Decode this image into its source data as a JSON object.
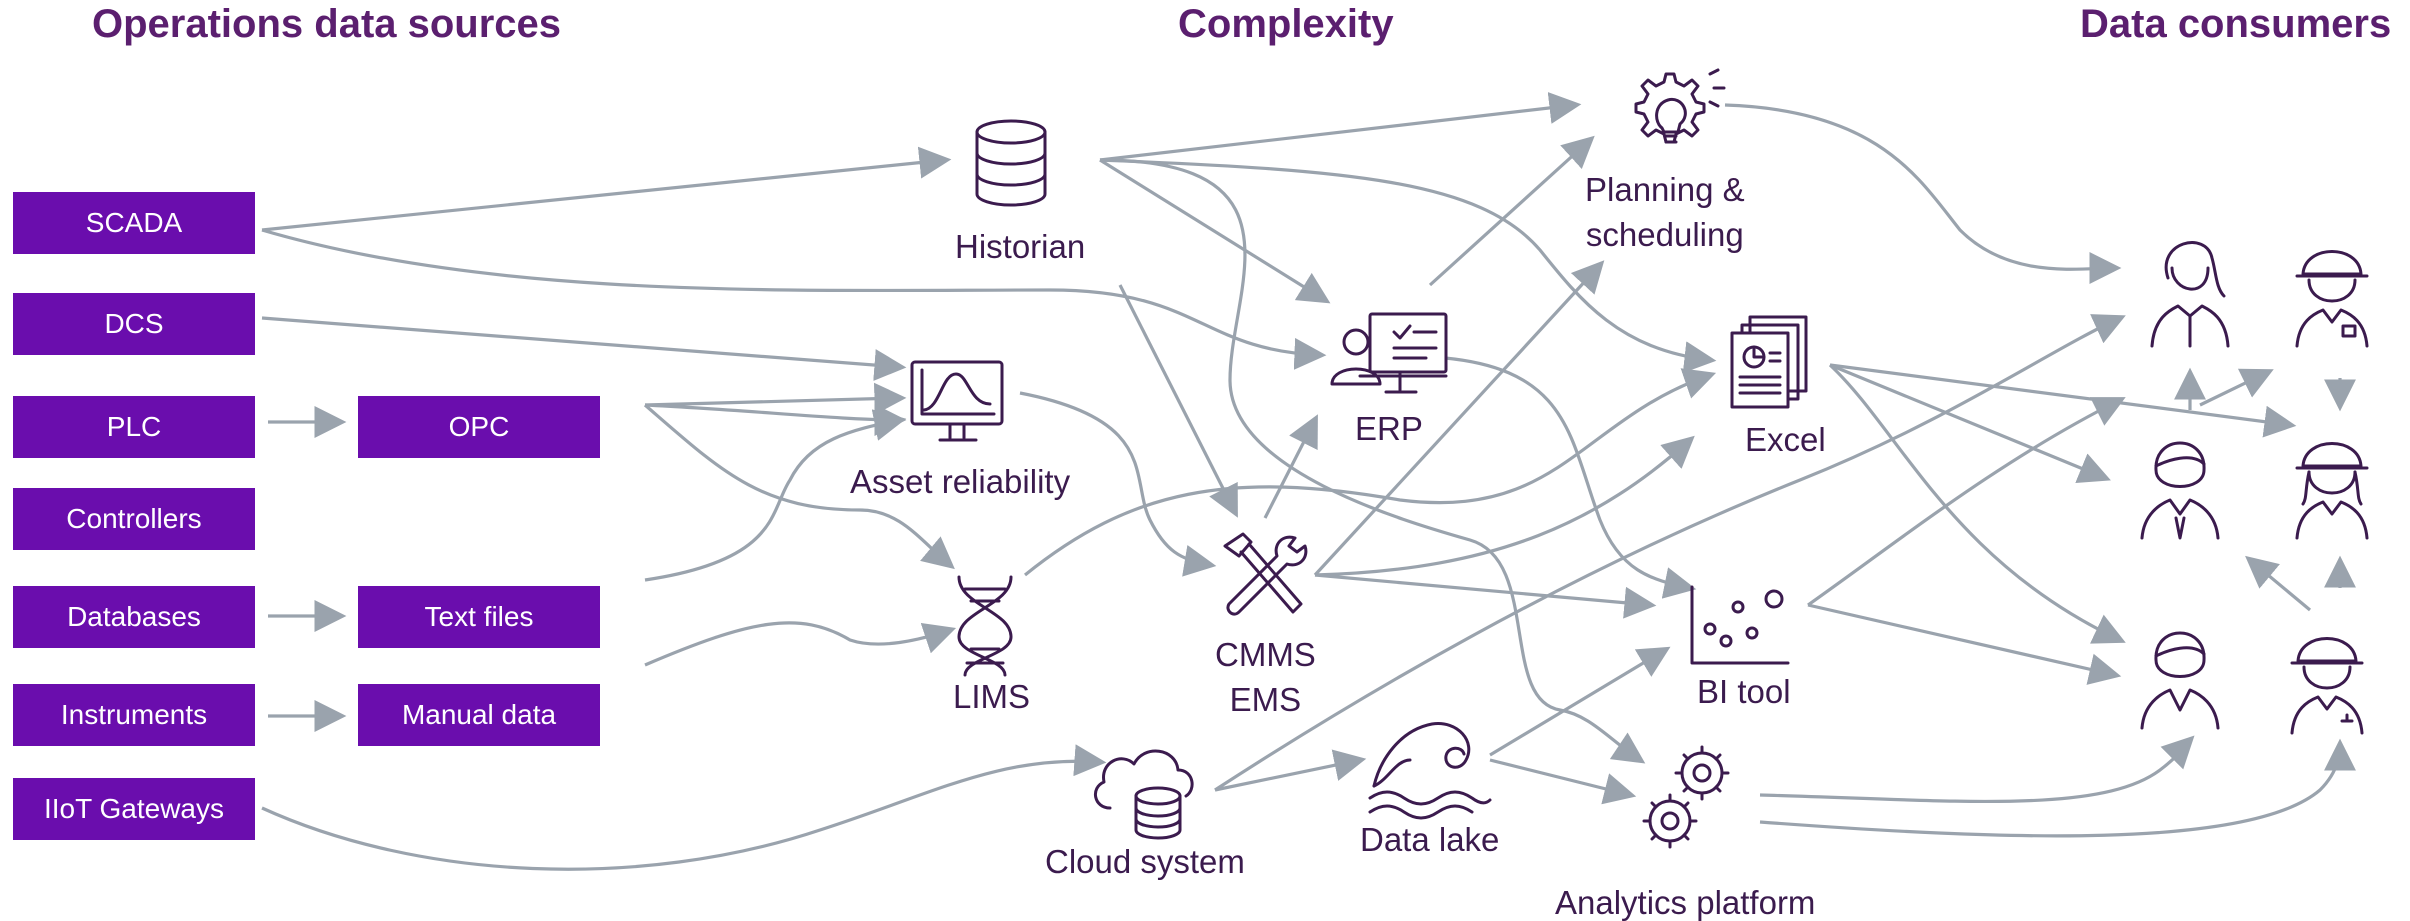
{
  "headings": {
    "sources": "Operations data sources",
    "complexity": "Complexity",
    "consumers": "Data consumers"
  },
  "sources": {
    "scada": "SCADA",
    "dcs": "DCS",
    "plc": "PLC",
    "opc": "OPC",
    "controllers": "Controllers",
    "databases": "Databases",
    "text_files": "Text files",
    "instruments": "Instruments",
    "manual_data": "Manual data",
    "iiot": "IIoT Gateways"
  },
  "systems": {
    "historian": "Historian",
    "asset_reliability": "Asset reliability",
    "lims": "LIMS",
    "cloud_system": "Cloud system",
    "erp": "ERP",
    "cmms_line1": "CMMS",
    "cmms_line2": "EMS",
    "data_lake": "Data lake",
    "planning_line1": "Planning &",
    "planning_line2": "scheduling",
    "excel": "Excel",
    "bi_tool": "BI tool",
    "analytics_platform": "Analytics platform"
  },
  "colors": {
    "accent": "#6a0dad",
    "heading": "#5b1f6f",
    "icon": "#3b1b4e",
    "arrow": "#9aa3ad"
  }
}
